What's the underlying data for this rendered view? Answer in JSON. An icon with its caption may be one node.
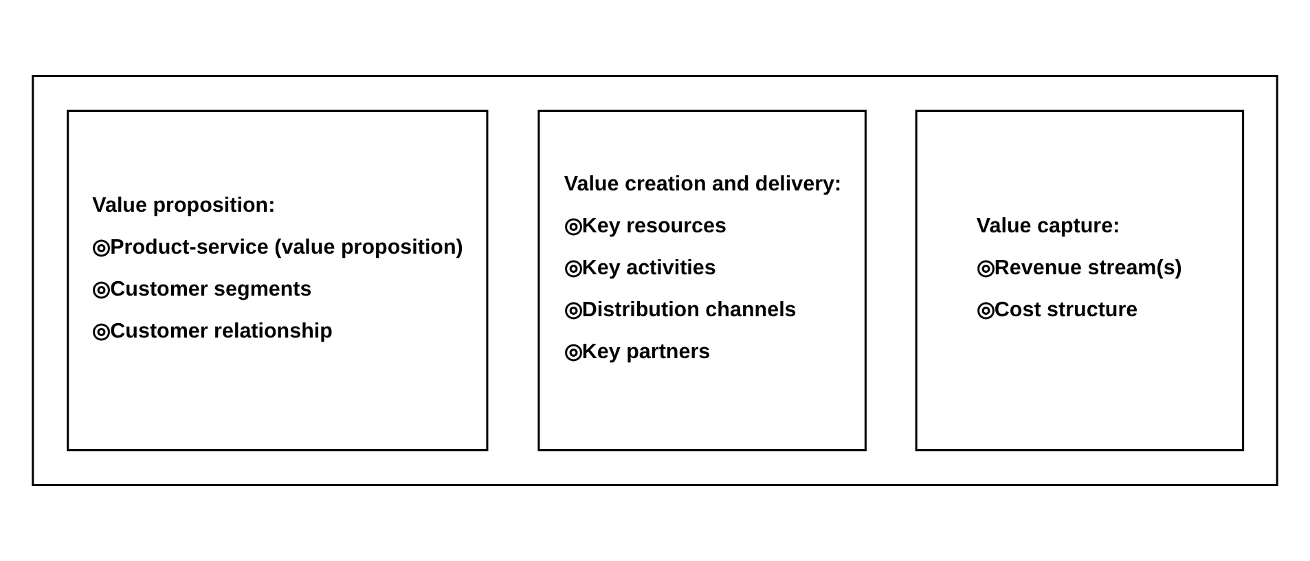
{
  "diagram": {
    "nodes": [
      {
        "text": [],
        "shape": "box"
      },
      {
        "text": [
          "Value proposition:",
          "◎Product-service (value proposition)",
          "◎Customer segments",
          "◎Customer relationship"
        ],
        "in": 0
      },
      {
        "text": [
          "Value creation and delivery:",
          "◎Key resources",
          "◎Key activities",
          "◎Distribution channels",
          "◎Key partners"
        ],
        "in": 0
      },
      {
        "text": [
          "Value capture:",
          "◎Revenue stream(s)",
          "◎Cost structure"
        ],
        "in": 0
      }
    ],
    "edges": []
  }
}
